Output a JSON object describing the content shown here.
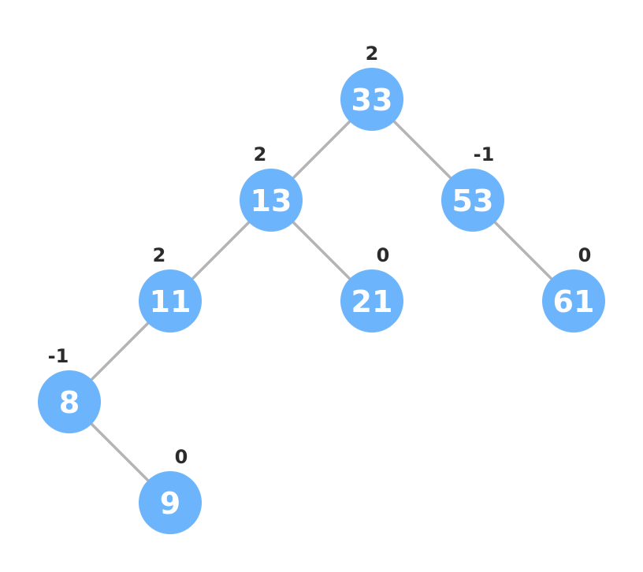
{
  "tree": {
    "colors": {
      "node_fill": "#6cb4fb",
      "node_text": "#ffffff",
      "balance_text": "#2b2b2b",
      "edge": "#b4b4b4"
    },
    "nodes": [
      {
        "id": "n33",
        "key": "33",
        "balance": "2"
      },
      {
        "id": "n13",
        "key": "13",
        "balance": "2"
      },
      {
        "id": "n53",
        "key": "53",
        "balance": "-1"
      },
      {
        "id": "n11",
        "key": "11",
        "balance": "2"
      },
      {
        "id": "n21",
        "key": "21",
        "balance": "0"
      },
      {
        "id": "n61",
        "key": "61",
        "balance": "0"
      },
      {
        "id": "n8",
        "key": "8",
        "balance": "-1"
      },
      {
        "id": "n9",
        "key": "9",
        "balance": "0"
      }
    ],
    "edges": [
      {
        "from": "n33",
        "to": "n13"
      },
      {
        "from": "n33",
        "to": "n53"
      },
      {
        "from": "n13",
        "to": "n11"
      },
      {
        "from": "n13",
        "to": "n21"
      },
      {
        "from": "n53",
        "to": "n61"
      },
      {
        "from": "n11",
        "to": "n8"
      },
      {
        "from": "n8",
        "to": "n9"
      }
    ]
  }
}
